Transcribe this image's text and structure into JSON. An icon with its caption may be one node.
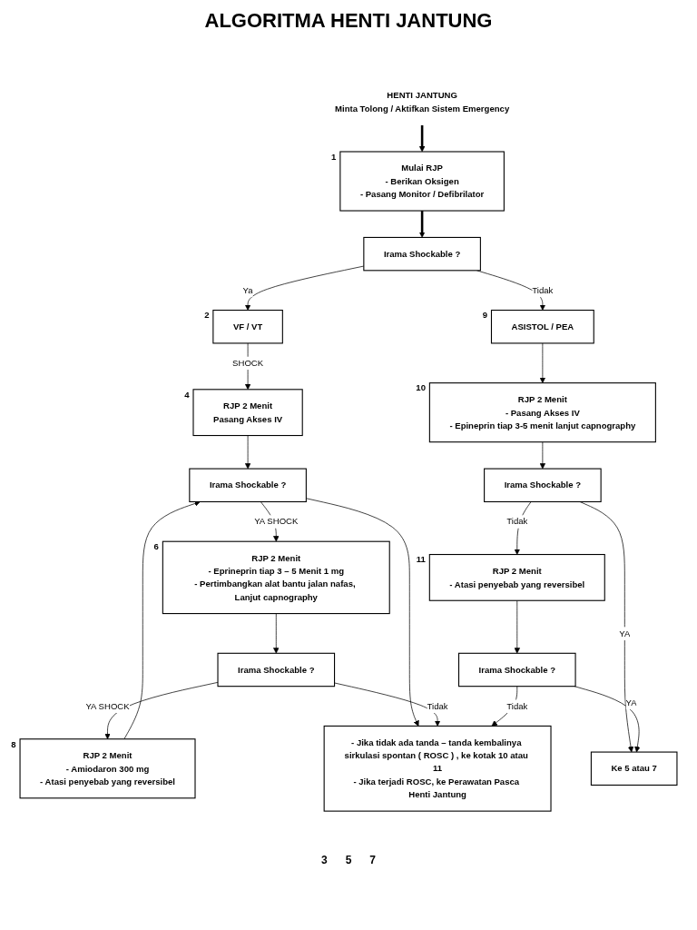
{
  "diagram": {
    "title": "ALGORITMA HENTI JANTUNG",
    "nodes": [
      {
        "text": [
          "HENTI JANTUNG",
          "Minta Tolong / Aktifkan Sistem Emergency"
        ]
      },
      {
        "text": [
          "Mulai RJP",
          "- Berikan Oksigen",
          "- Pasang Monitor / Defibrilator"
        ],
        "beside": [
          "1"
        ]
      },
      {
        "text": [
          "Irama Shockable ?"
        ]
      },
      {
        "text": [
          "VF / VT"
        ],
        "beside": [
          "2"
        ]
      },
      {
        "text": [
          "RJP 2 Menit",
          "Pasang Akses IV"
        ],
        "beside": [
          "4"
        ]
      },
      {
        "text": [
          "Irama Shockable ?"
        ]
      },
      {
        "text": [
          "RJP 2 Menit",
          "- Eprineprin tiap 3 – 5 Menit 1 mg",
          "- Pertimbangkan alat bantu jalan nafas, Lanjut capnography"
        ],
        "beside": [
          "6"
        ]
      },
      {
        "text": [
          "Irama Shockable ?"
        ]
      },
      {
        "text": [
          "RJP 2 Menit",
          "- Amiodaron 300 mg",
          "- Atasi penyebab yang reversibel"
        ],
        "beside": [
          "8"
        ]
      },
      {
        "text": [
          "ASISTOL / PEA"
        ],
        "beside": [
          "9"
        ]
      },
      {
        "text": [
          "RJP 2 Menit",
          "- Pasang Akses IV",
          "- Epineprin tiap 3-5 menit lanjut capnography"
        ],
        "beside": [
          "10"
        ]
      },
      {
        "text": [
          "Irama Shockable ?"
        ]
      },
      {
        "text": [
          "RJP 2 Menit",
          "- Atasi penyebab yang reversibel"
        ],
        "beside": [
          "11"
        ]
      },
      {
        "text": [
          "Irama Shockable ?"
        ]
      },
      {
        "text": [
          "Ke 5 atau 7"
        ]
      },
      {
        "text": [
          "- Jika tidak ada tanda – tanda kembalinya sirkulasi spontan ( ROSC ) , ke kotak 10 atau 11",
          "- Jika terjadi ROSC, ke Perawatan Pasca Henti Jantung"
        ]
      }
    ],
    "edges": [
      {
        "from": 0,
        "to": 1,
        "arrow": "to",
        "style": "thick"
      },
      {
        "from": 1,
        "to": 2,
        "arrow": "to",
        "style": "thick"
      },
      {
        "from": 2,
        "to": 3,
        "arrow": "to",
        "label": "Ya"
      },
      {
        "from": 2,
        "to": 9,
        "arrow": "to",
        "label": "Tidak"
      },
      {
        "from": 3,
        "to": 4,
        "arrow": "to",
        "label": "SHOCK"
      },
      {
        "from": 4,
        "to": 5,
        "arrow": "to"
      },
      {
        "from": 5,
        "to": 6,
        "arrow": "to",
        "label": "YA SHOCK"
      },
      {
        "from": 5,
        "to": 15,
        "arrow": "to"
      },
      {
        "from": 6,
        "to": 7,
        "arrow": "to"
      },
      {
        "from": 7,
        "to": 8,
        "arrow": "to",
        "label": "YA SHOCK"
      },
      {
        "from": 7,
        "to": 15,
        "arrow": "to",
        "label": "Tidak"
      },
      {
        "from": 8,
        "to": 5,
        "arrow": "to"
      },
      {
        "from": 9,
        "to": 10,
        "arrow": "to"
      },
      {
        "from": 10,
        "to": 11,
        "arrow": "to"
      },
      {
        "from": 11,
        "to": 12,
        "arrow": "to",
        "label": "Tidak"
      },
      {
        "from": 11,
        "to": 14,
        "arrow": "to",
        "label": "YA"
      },
      {
        "from": 12,
        "to": 13,
        "arrow": "to"
      },
      {
        "from": 13,
        "to": 14,
        "arrow": "to",
        "label": "YA"
      },
      {
        "from": 13,
        "to": 15,
        "arrow": "to",
        "label": "Tidak"
      }
    ],
    "labels": [
      "3",
      "5",
      "7"
    ]
  }
}
